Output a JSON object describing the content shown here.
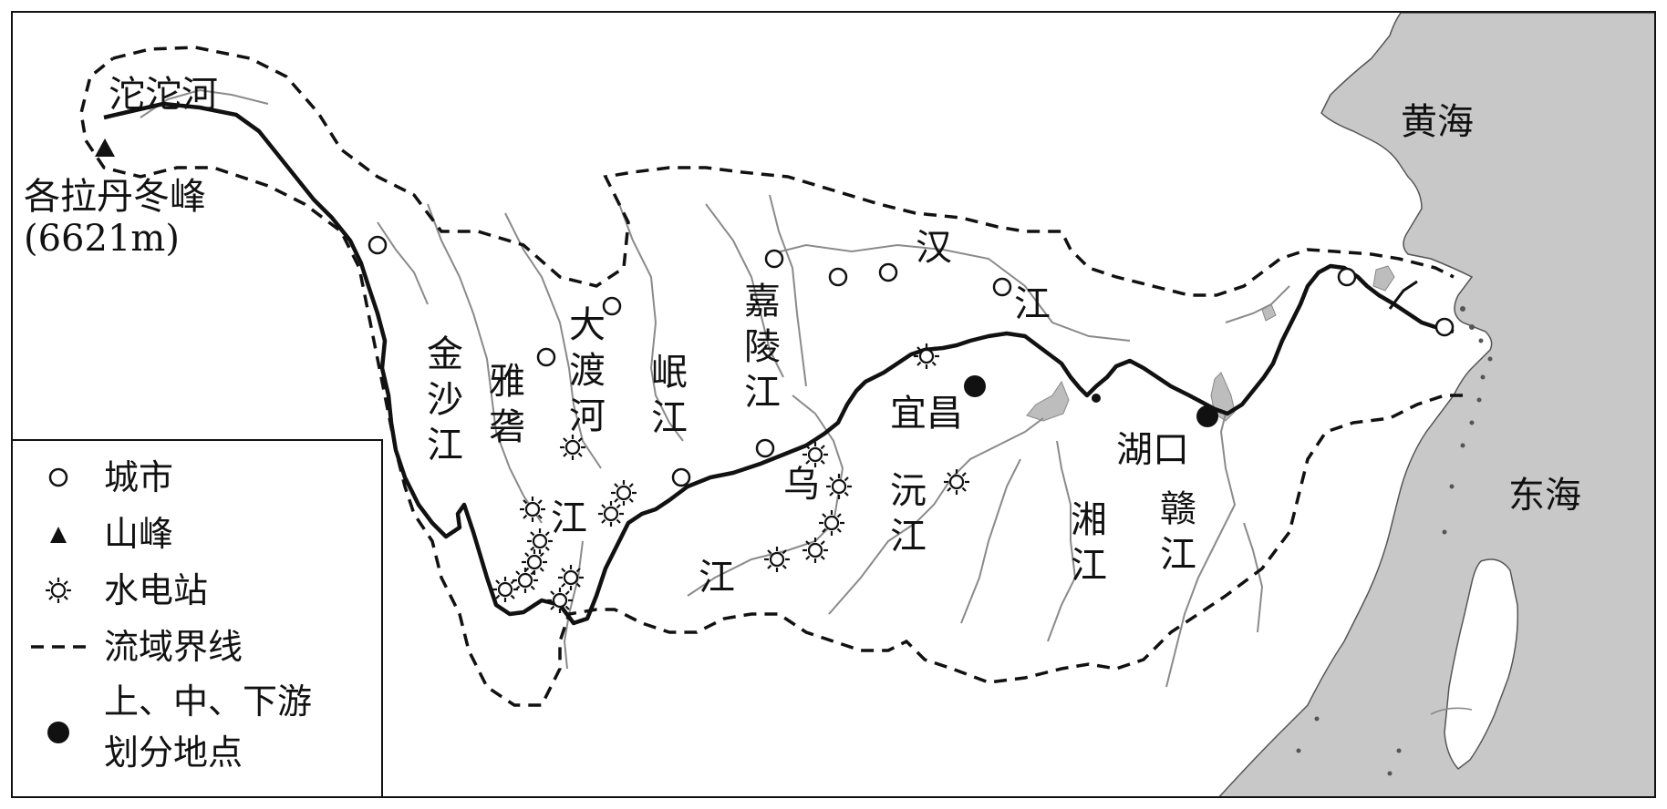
{
  "map": {
    "source_peak": {
      "name": "各拉丹冬峰",
      "elevation": "(6621m)"
    },
    "rivers": {
      "tuotuo": "沱沱河",
      "jinsha": [
        "金",
        "沙",
        "江"
      ],
      "yalong_top": [
        "雅",
        "砻"
      ],
      "yalong_bottom": "江",
      "dadu": [
        "大",
        "渡",
        "河"
      ],
      "min": [
        "岷",
        "江"
      ],
      "jialing": [
        "嘉",
        "陵",
        "江"
      ],
      "han": [
        "汉",
        "江"
      ],
      "wu": [
        "乌",
        "江"
      ],
      "yuan": [
        "沅",
        "江"
      ],
      "xiang": [
        "湘",
        "江"
      ],
      "gan": [
        "赣",
        "江"
      ]
    },
    "places": {
      "yichang": "宜昌",
      "hukou": "湖口"
    },
    "seas": {
      "yellow_sea": "黄海",
      "east_sea": "东海"
    },
    "colors": {
      "sea": "#c8c8c8",
      "lake": "#bdbdbd",
      "boundary": "#111111",
      "tributary": "#8a8a8a",
      "mainstream": "#111111"
    }
  },
  "legend": {
    "items": [
      {
        "icon": "circle-icon",
        "label": "城市"
      },
      {
        "icon": "triangle-icon",
        "label": "山峰"
      },
      {
        "icon": "hydropower-icon",
        "label": "水电站"
      },
      {
        "icon": "dashed-line-icon",
        "label": "流域界线"
      },
      {
        "icon": "filled-dot-icon",
        "label_line1": "上、中、下游",
        "label_line2": "划分地点"
      }
    ]
  }
}
